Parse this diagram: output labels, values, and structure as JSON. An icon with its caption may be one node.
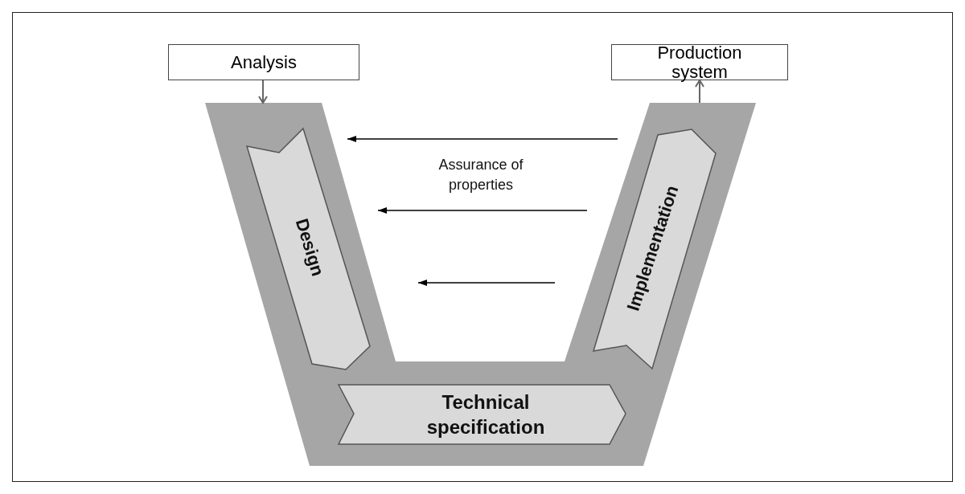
{
  "diagram": {
    "nodes": [
      {
        "text": [
          "Analysis"
        ]
      },
      {
        "text": [
          "Production system"
        ]
      },
      {
        "text": [],
        "shape": "band"
      },
      {
        "text": [
          "Design"
        ],
        "in": 2
      },
      {
        "text": [
          "Technical specification"
        ],
        "in": 2
      },
      {
        "text": [
          "Implementation"
        ],
        "in": 2
      }
    ],
    "edges": [
      {
        "from": 0,
        "to": 2,
        "arrow": "to",
        "color": "#666666"
      },
      {
        "from": 2,
        "to": 1,
        "arrow": "to",
        "color": "#666666"
      },
      {
        "from": 5,
        "to": 3,
        "arrow": "to"
      },
      {
        "from": 5,
        "to": 3,
        "arrow": "to"
      },
      {
        "from": 5,
        "to": 3,
        "arrow": "to"
      }
    ],
    "labels": [
      "Assurance of properties"
    ]
  }
}
